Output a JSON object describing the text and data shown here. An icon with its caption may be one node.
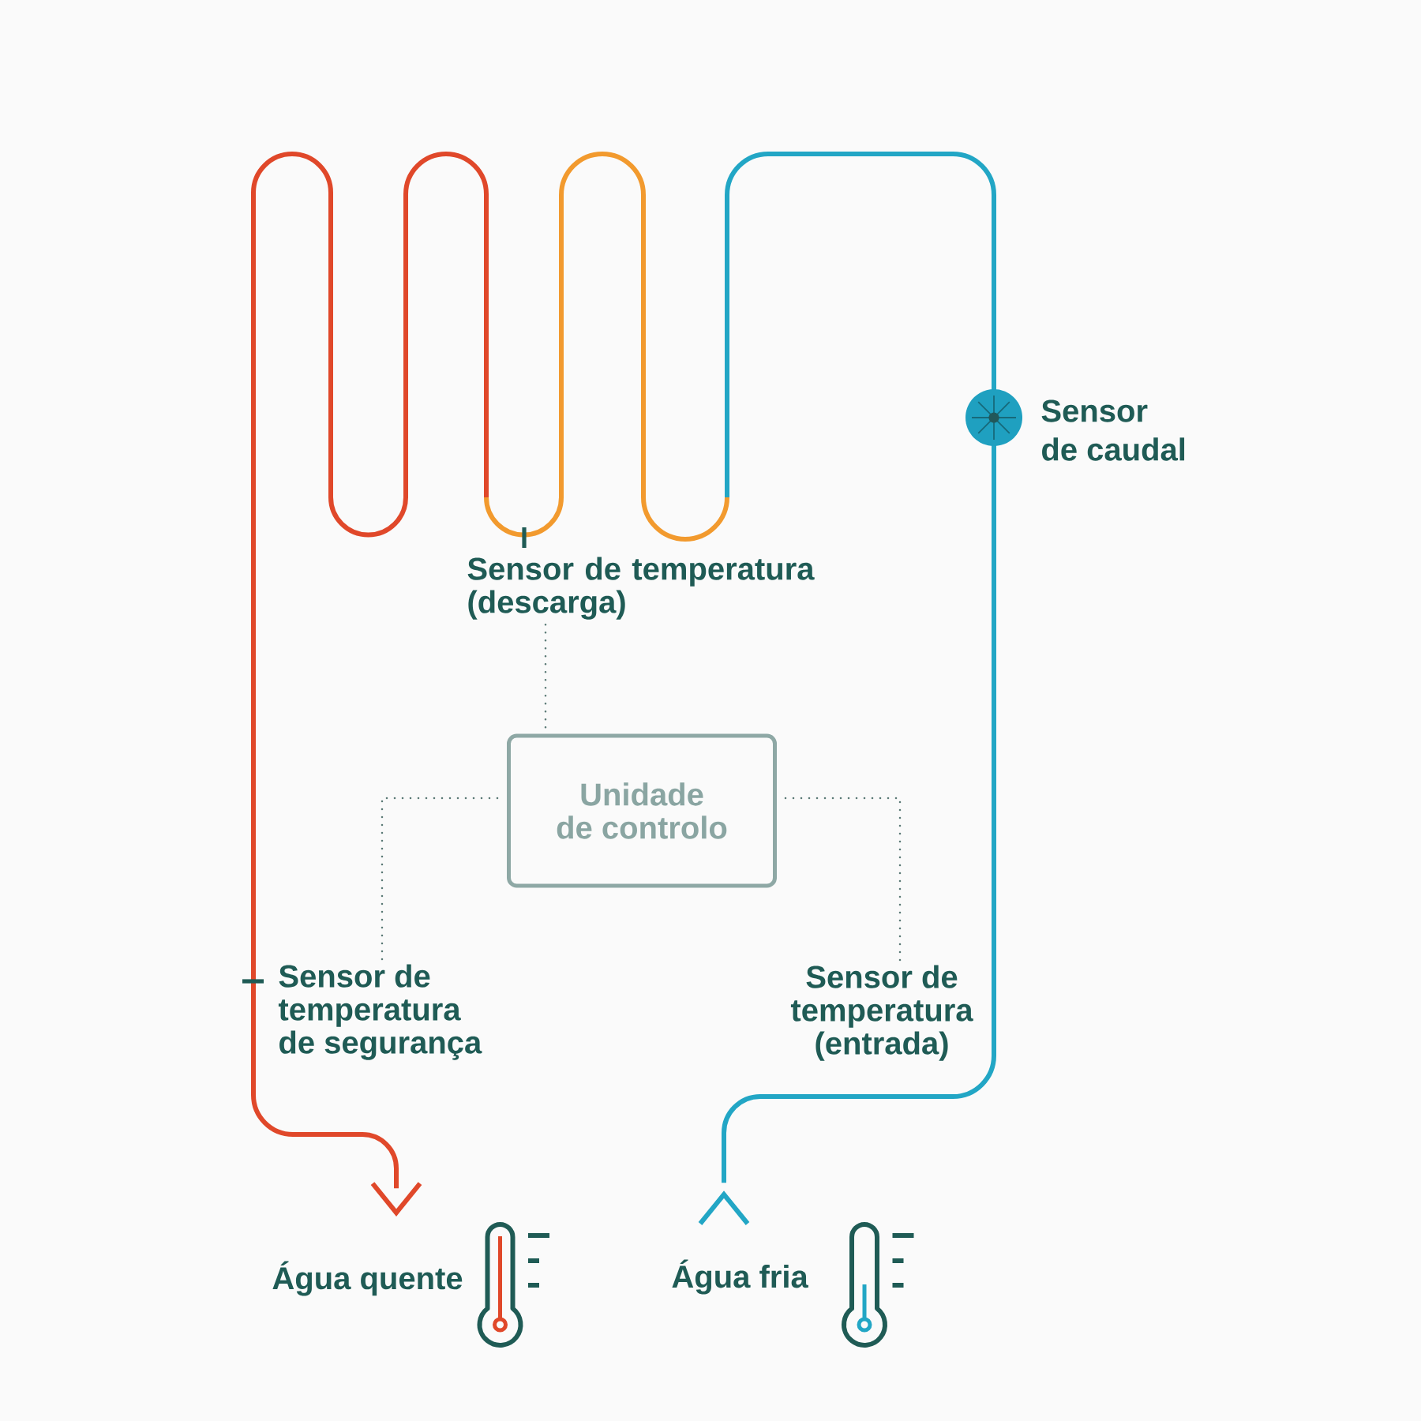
{
  "diagram": {
    "nodes": [
      {
        "text": [
          "Sensor de caudal"
        ]
      },
      {
        "text": [
          "Sensor de temperatura (descarga)"
        ]
      },
      {
        "text": [
          "Unidade de controlo"
        ]
      },
      {
        "text": [
          "Sensor de temperatura de segurança"
        ]
      },
      {
        "text": [
          "Sensor de temperatura (entrada)"
        ]
      },
      {
        "text": [
          "Água quente"
        ]
      },
      {
        "text": [
          "Água fria"
        ]
      }
    ],
    "edges": [
      {
        "from": 1,
        "to": 2,
        "arrow": "none",
        "style": "dashed"
      },
      {
        "from": 3,
        "to": 2,
        "arrow": "none",
        "style": "dashed"
      },
      {
        "from": 4,
        "to": 2,
        "arrow": "none",
        "style": "dashed"
      },
      {
        "from": null,
        "to": 5,
        "arrow": "to",
        "style": "thick",
        "color": "#e0482a"
      },
      {
        "from": 6,
        "to": null,
        "arrow": "none",
        "style": "thick",
        "color": "#22a6c5"
      }
    ]
  }
}
